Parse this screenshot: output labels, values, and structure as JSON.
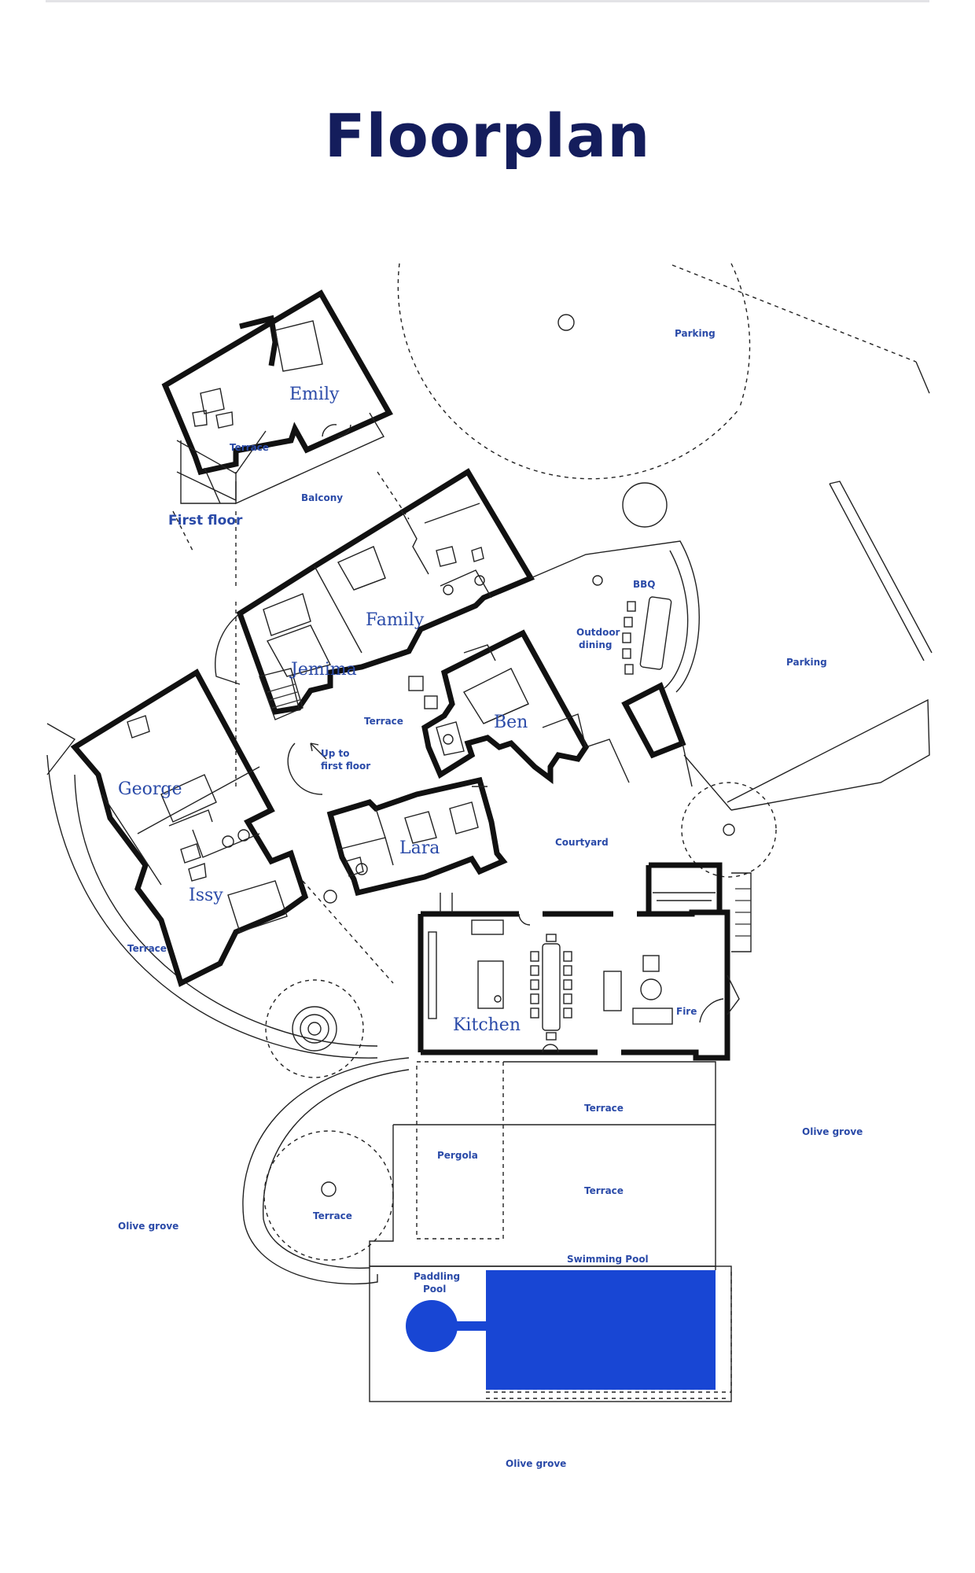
{
  "page": {
    "title": "Floorplan"
  },
  "colors": {
    "title": "#141d5c",
    "label": "#2a4aa8",
    "pool": "#1846d4",
    "wall": "#111111"
  },
  "rooms": {
    "emily": "Emily",
    "family": "Family",
    "jemima": "Jemima",
    "ben": "Ben",
    "george": "George",
    "lara": "Lara",
    "issy": "Issy",
    "kitchen": "Kitchen"
  },
  "areas": {
    "parking_top": "Parking",
    "parking_right": "Parking",
    "terrace_emily": "Terrace",
    "balcony": "Balcony",
    "first_floor": "First floor",
    "bbq": "BBQ",
    "outdoor_dining_line1": "Outdoor",
    "outdoor_dining_line2": "dining",
    "terrace_center": "Terrace",
    "up_line1": "Up to",
    "up_line2": "first floor",
    "courtyard": "Courtyard",
    "terrace_left": "Terrace",
    "fire": "Fire",
    "terrace_south1": "Terrace",
    "olive_grove_right": "Olive grove",
    "pergola": "Pergola",
    "terrace_south2": "Terrace",
    "terrace_garden": "Terrace",
    "olive_grove_left": "Olive grove",
    "swimming_pool": "Swimming Pool",
    "paddling_line1": "Paddling",
    "paddling_line2": "Pool",
    "olive_grove_bottom": "Olive grove"
  }
}
